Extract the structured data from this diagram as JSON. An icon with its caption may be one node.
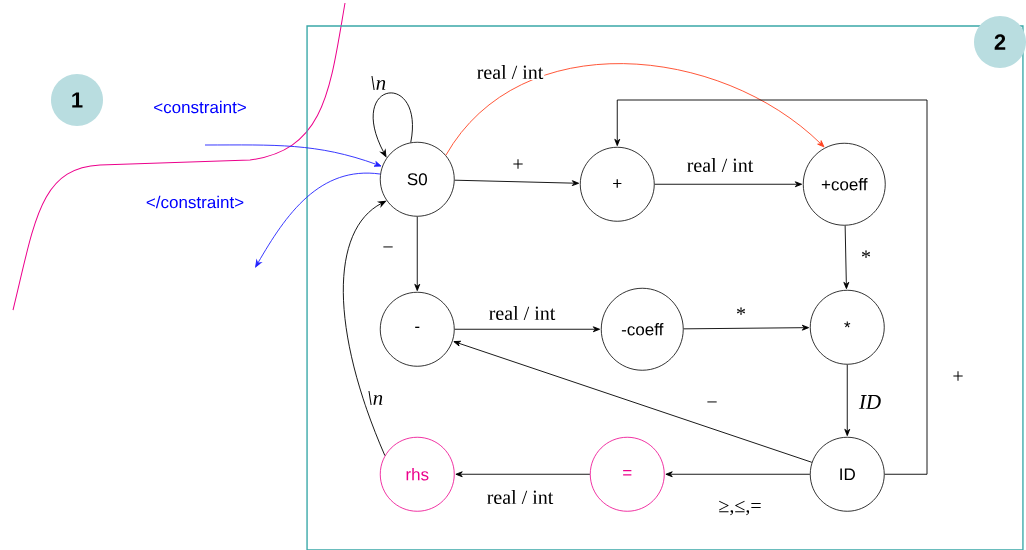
{
  "diagram": {
    "nodes": [
      {
        "text": [
          "1"
        ]
      },
      {
        "text": [],
        "shape": "box"
      },
      {
        "text": [
          "2"
        ]
      },
      {
        "text": [
          "S0"
        ],
        "in": 1
      },
      {
        "text": [
          "+"
        ],
        "in": 1
      },
      {
        "text": [
          "+coeff"
        ],
        "in": 1
      },
      {
        "text": [
          "-"
        ],
        "in": 1
      },
      {
        "text": [
          "-coeff"
        ],
        "in": 1
      },
      {
        "text": [
          "*"
        ],
        "in": 1
      },
      {
        "text": [
          "ID"
        ],
        "in": 1
      },
      {
        "text": [
          "="
        ],
        "in": 1
      },
      {
        "text": [
          "rhs"
        ],
        "in": 1
      }
    ],
    "edges": [
      {
        "from": null,
        "to": 3,
        "arrow": "to",
        "label": "<constraint>",
        "color": "#2222ff"
      },
      {
        "from": 3,
        "to": null,
        "arrow": "to",
        "label": "</constraint>",
        "color": "#2222ff"
      },
      {
        "from": 3,
        "to": 3,
        "arrow": "to",
        "label": "\\n"
      },
      {
        "from": 3,
        "to": 5,
        "arrow": "to",
        "label": "real / int",
        "color": "#ff4422"
      },
      {
        "from": 3,
        "to": 4,
        "arrow": "to",
        "label": "+"
      },
      {
        "from": 4,
        "to": 5,
        "arrow": "to",
        "label": "real / int"
      },
      {
        "from": 5,
        "to": 8,
        "arrow": "to",
        "label": "*"
      },
      {
        "from": 3,
        "to": 6,
        "arrow": "to",
        "label": "−"
      },
      {
        "from": 6,
        "to": 7,
        "arrow": "to",
        "label": "real / int"
      },
      {
        "from": 7,
        "to": 8,
        "arrow": "to",
        "label": "*"
      },
      {
        "from": 8,
        "to": 9,
        "arrow": "to",
        "label": "ID"
      },
      {
        "from": 9,
        "to": 6,
        "arrow": "to",
        "label": "−"
      },
      {
        "from": 9,
        "to": 4,
        "arrow": "to",
        "label": "+"
      },
      {
        "from": 9,
        "to": 10,
        "arrow": "to",
        "label": "≥,≤,="
      },
      {
        "from": 10,
        "to": 11,
        "arrow": "to",
        "label": "real / int"
      },
      {
        "from": 11,
        "to": 3,
        "arrow": "to",
        "label": "\\n"
      }
    ]
  }
}
